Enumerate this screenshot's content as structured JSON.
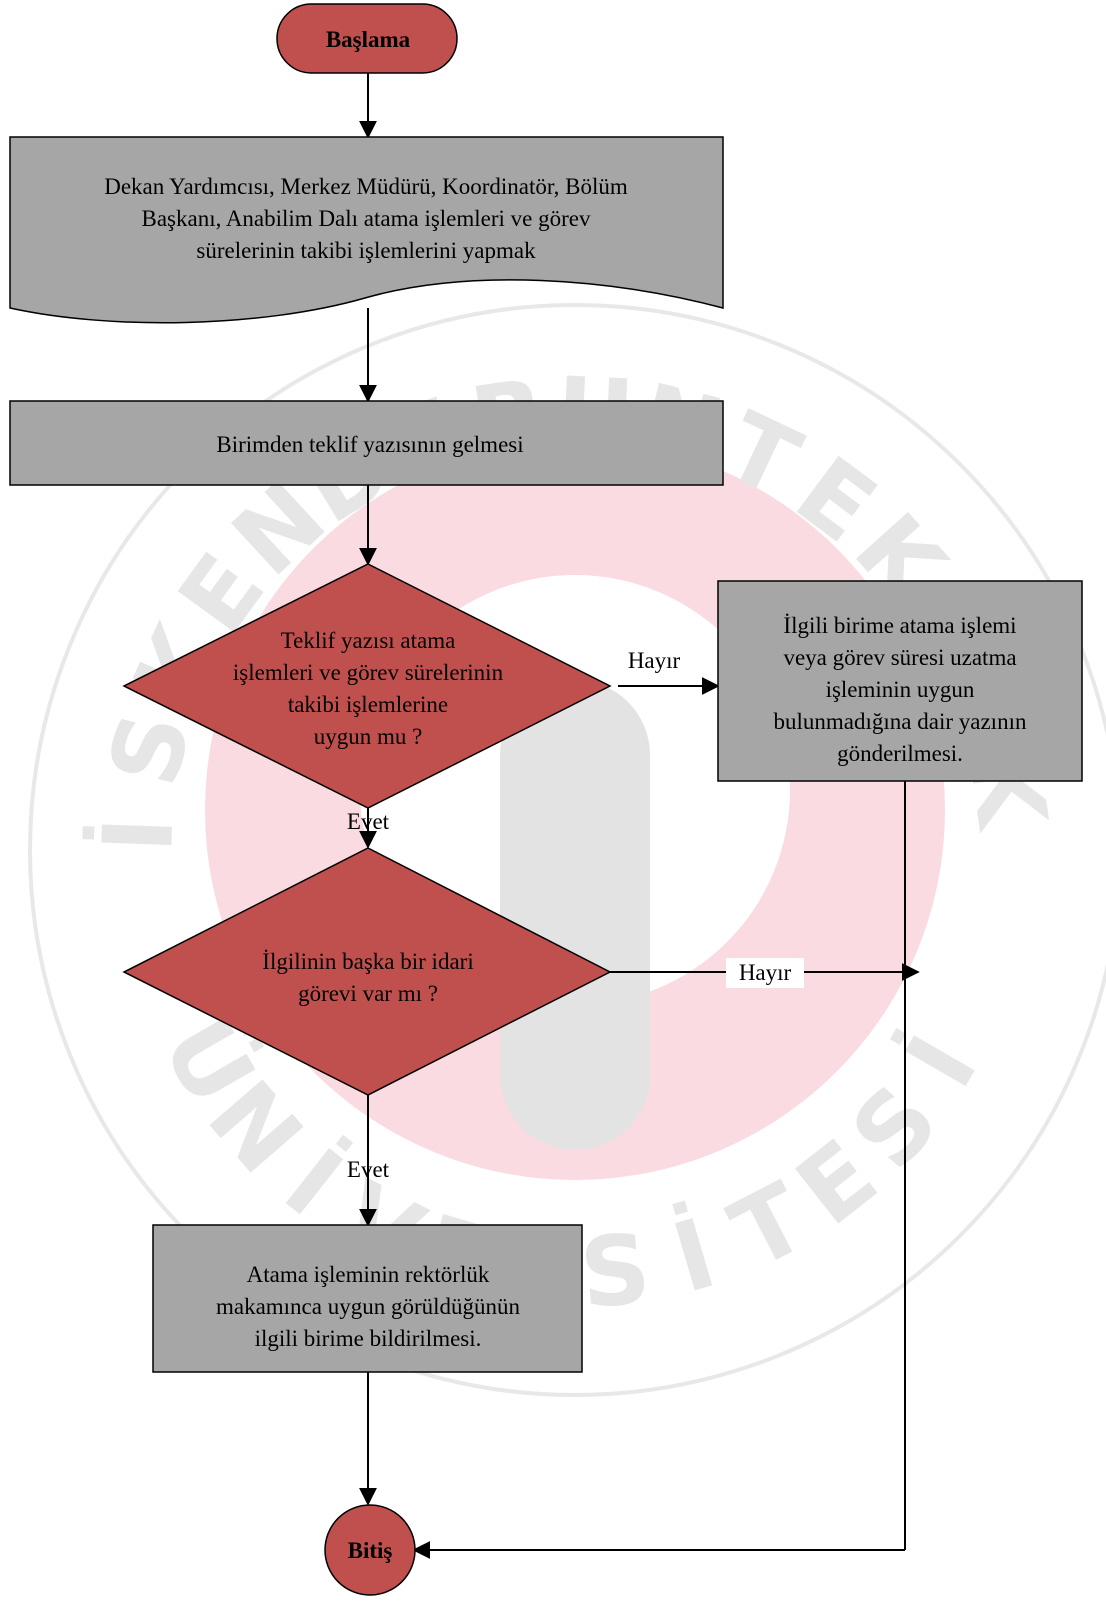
{
  "watermark": {
    "letters": [
      "İ",
      "S",
      "K",
      "E",
      "N",
      "D",
      "E",
      "R",
      "U",
      "N",
      "T",
      "E",
      "K",
      "N",
      "İ",
      "K",
      "Ü",
      "N",
      "İ",
      "V",
      "E",
      "R",
      "S",
      "İ",
      "T",
      "E",
      "S",
      "İ"
    ],
    "ring_color": "#e8e8e8",
    "pink_color": "#fadbe2",
    "gray_color": "#e3e3e3"
  },
  "colors": {
    "terminal_fill": "#c0504d",
    "process_fill": "#a6a6a6",
    "decision_fill": "#c0504d",
    "stroke": "#000000"
  },
  "nodes": {
    "start": {
      "label": "Başlama"
    },
    "document": {
      "lines": [
        "Dekan Yardımcısı, Merkez Müdürü, Koordinatör, Bölüm",
        "Başkanı, Anabilim Dalı atama işlemleri ve görev",
        "sürelerinin takibi işlemlerini yapmak"
      ]
    },
    "receive": {
      "label": "Birimden teklif yazısının gelmesi"
    },
    "decision1": {
      "lines": [
        "Teklif yazısı atama",
        "işlemleri ve görev sürelerinin",
        "takibi işlemlerine",
        "uygun mu ?"
      ]
    },
    "reject": {
      "lines": [
        "İlgili birime atama işlemi",
        "veya görev süresi uzatma",
        "işleminin uygun",
        "bulunmadığına dair yazının",
        "gönderilmesi."
      ]
    },
    "decision2": {
      "lines": [
        "İlgilinin başka bir idari",
        "görevi var mı ?"
      ]
    },
    "notify": {
      "lines": [
        "Atama işleminin rektörlük",
        "makamınca uygun görüldüğünün",
        "ilgili birime bildirilmesi."
      ]
    },
    "end": {
      "label": "Bitiş"
    }
  },
  "edge_labels": {
    "d1_no": "Hayır",
    "d1_yes": "Evet",
    "d2_no": "Hayır",
    "d2_yes": "Evet"
  }
}
